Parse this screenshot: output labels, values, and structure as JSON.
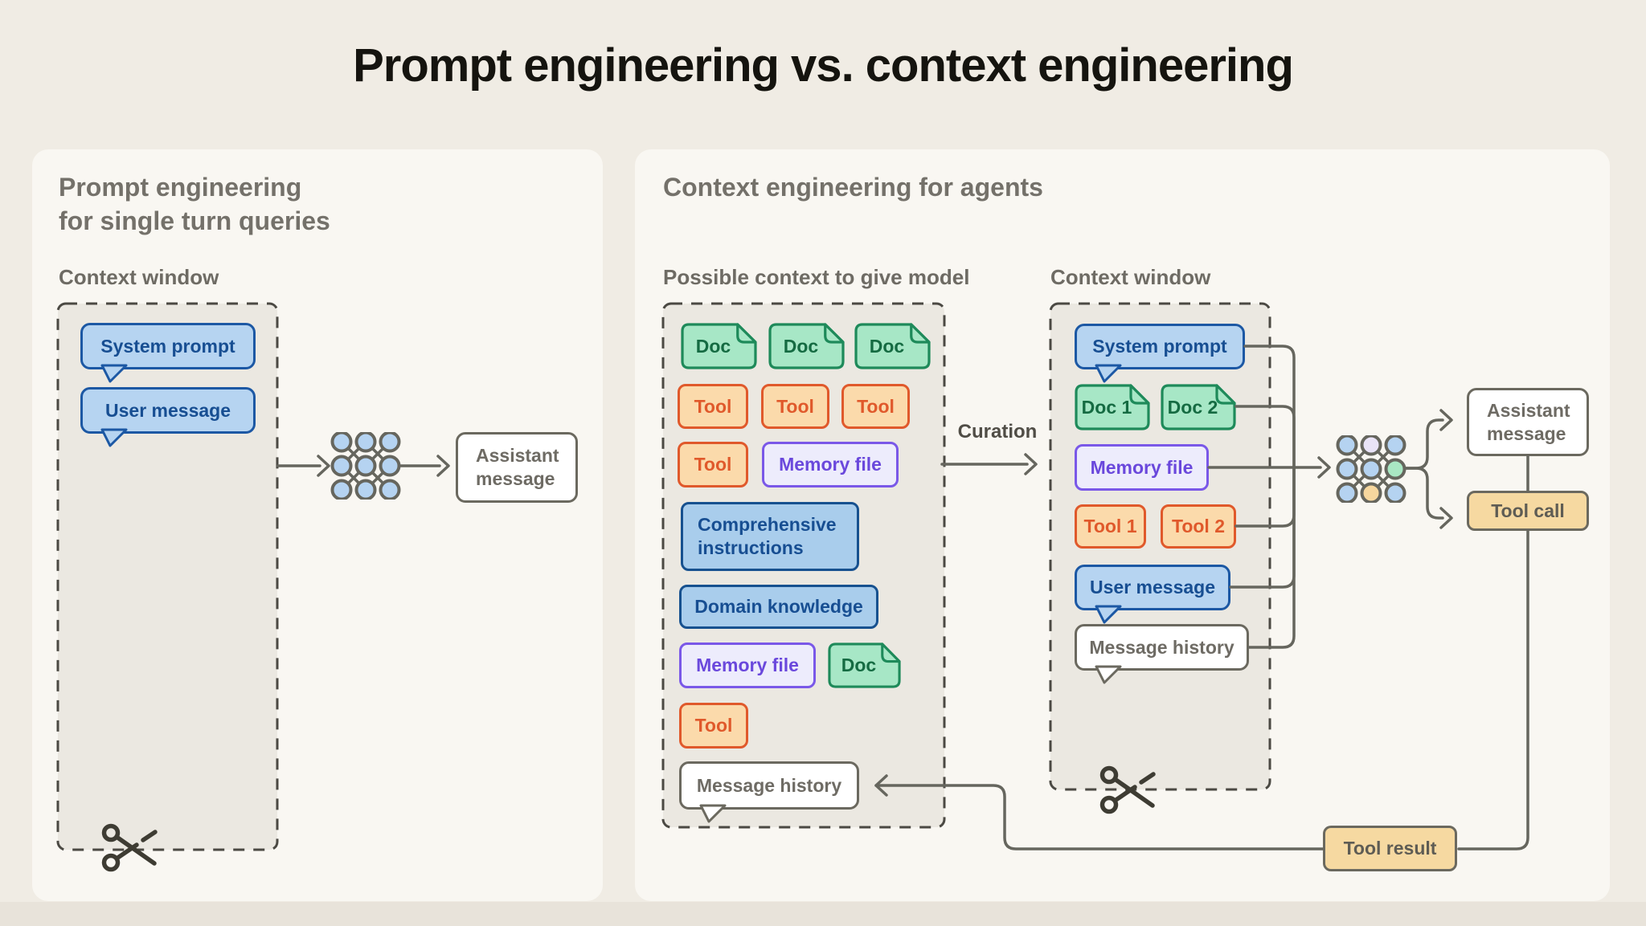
{
  "title": "Prompt engineering vs. context engineering",
  "left_panel": {
    "heading_line1": "Prompt engineering",
    "heading_line2": "for single turn queries",
    "context_window_label": "Context window",
    "system_prompt": "System prompt",
    "user_message": "User message",
    "assistant_message": "Assistant message"
  },
  "right_panel": {
    "heading": "Context engineering for agents",
    "possible_context_label": "Possible context to give model",
    "curation_label": "Curation",
    "context_window_label": "Context window",
    "possible_context": {
      "doc_a": "Doc",
      "doc_b": "Doc",
      "doc_c": "Doc",
      "tool_a": "Tool",
      "tool_b": "Tool",
      "tool_c": "Tool",
      "tool_d": "Tool",
      "memory_file": "Memory file",
      "comprehensive_instructions": "Comprehensive instructions",
      "domain_knowledge": "Domain knowledge",
      "memory_file2": "Memory file",
      "doc_d": "Doc",
      "tool_e": "Tool",
      "message_history": "Message history"
    },
    "context_window": {
      "system_prompt": "System prompt",
      "doc1": "Doc 1",
      "doc2": "Doc 2",
      "memory_file": "Memory file",
      "tool1": "Tool 1",
      "tool2": "Tool 2",
      "user_message": "User message",
      "message_history": "Message history"
    },
    "outputs": {
      "assistant_message": "Assistant message",
      "tool_call": "Tool call",
      "tool_result": "Tool result"
    }
  },
  "icons": {
    "model_icon": "3x3 node lattice (neural network)",
    "scissors_icon": "scissors cutting dashed context-window border"
  },
  "colors": {
    "page_bg": "#F0ECE4",
    "panel_bg": "#F9F7F2",
    "container_bg": "#EBE8E1",
    "dash_border": "#4B4943",
    "line": "#66665E",
    "blue_fill": "#B6D4F1",
    "blue_border": "#1C58A4",
    "blue_text": "#174E92",
    "green_fill": "#A7E7C6",
    "green_border": "#1E8A5A",
    "green_text": "#156B42",
    "orange_fill": "#FBDAAB",
    "orange_border": "#E0592B",
    "purple_fill": "#EDECFC",
    "purple_border": "#7A58E8",
    "purple_text": "#6A48DC",
    "white_fill": "#FFFFFF",
    "gray_border": "#6B695F",
    "gray_text": "#6E6B64",
    "peach_fill": "#F6D9A1",
    "node_blue": "#B5D3F1",
    "node_lavender": "#E9E3F7",
    "node_green": "#A9E7C3",
    "node_orange": "#F7D79E",
    "scissors": "#3E3C33"
  }
}
